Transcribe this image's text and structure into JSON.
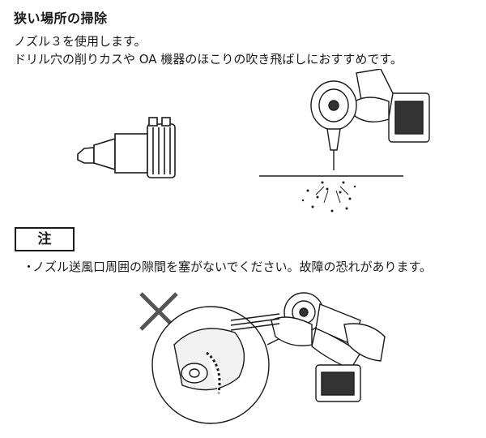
{
  "section": {
    "heading": "狭い場所の掃除",
    "line1": "ノズル３を使用します。",
    "line2": "ドリル穴の削りカスや OA 機器のほこりの吹き飛ばしにおすすめです。"
  },
  "caution": {
    "label": "注",
    "bullet": "・",
    "text": "ノズル送風口周囲の隙間を塞がないでください。故障の恐れがあります。"
  },
  "icons": [
    "nozzle-illustration",
    "blower-drill-hole-illustration",
    "prohibited-x-icon",
    "blocked-vent-illustration"
  ]
}
